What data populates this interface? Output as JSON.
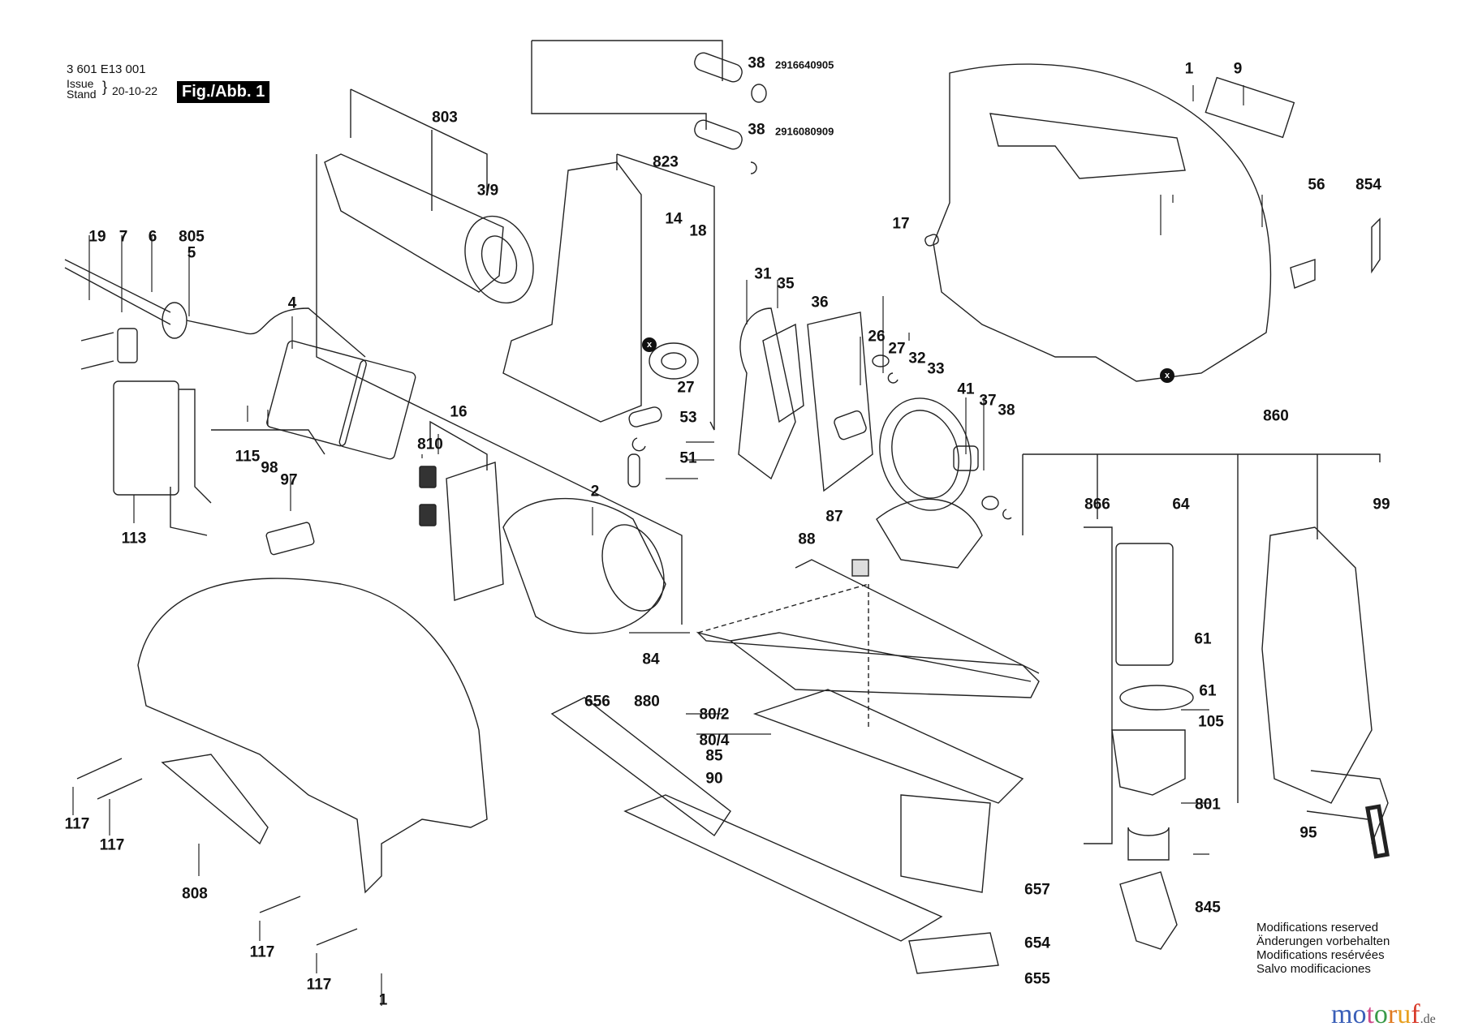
{
  "header": {
    "doc_number": "3 601 E13 001",
    "issue_label": "Issue",
    "stand_label": "Stand",
    "issue_date": "20-10-22",
    "figure_label": "Fig./Abb. 1"
  },
  "part_numbers": [
    {
      "ref": "38",
      "number": "2916640905"
    },
    {
      "ref": "38",
      "number": "2916080909"
    }
  ],
  "callouts": {
    "c803": "803",
    "c3_9": "3/9",
    "c823": "823",
    "c14": "14",
    "c18": "18",
    "c27a": "27",
    "c53": "53",
    "c51": "51",
    "c19": "19",
    "c7": "7",
    "c6": "6",
    "c805": "805",
    "c5": "5",
    "c4": "4",
    "c115": "115",
    "c98": "98",
    "c97": "97",
    "c113": "113",
    "c16": "16",
    "c810": "810",
    "c2": "2",
    "c84": "84",
    "c31": "31",
    "c35": "35",
    "c36": "36",
    "c26": "26",
    "c27b": "27",
    "c32": "32",
    "c33": "33",
    "c41": "41",
    "c37": "37",
    "c38c": "38",
    "c87": "87",
    "c88": "88",
    "c1a": "1",
    "c9": "9",
    "c17": "17",
    "c56": "56",
    "c854": "854",
    "c860": "860",
    "c866": "866",
    "c64": "64",
    "c99": "99",
    "c61a": "61",
    "c61b": "61",
    "c105": "105",
    "c801": "801",
    "c95": "95",
    "c845": "845",
    "c880": "880",
    "c80_2": "80/2",
    "c80_4": "80/4",
    "c85": "85",
    "c90": "90",
    "c656": "656",
    "c657": "657",
    "c654": "654",
    "c655": "655",
    "c117a": "117",
    "c117b": "117",
    "c117c": "117",
    "c117d": "117",
    "c808": "808",
    "c1b": "1"
  },
  "markers": {
    "x_marker": "x"
  },
  "footer": {
    "modifications": [
      "Modifications reserved",
      "Änderungen vorbehalten",
      "Modifications resérvées",
      "Salvo modificaciones"
    ],
    "brand_letters": [
      "m",
      "o",
      "t",
      "o",
      "r",
      "u",
      "f"
    ],
    "brand_suffix": ".de",
    "brand_colors": [
      "#3a5fb8",
      "#3a5fb8",
      "#d04a8a",
      "#3a9a48",
      "#e07a20",
      "#e8a020",
      "#d83a2a"
    ]
  }
}
